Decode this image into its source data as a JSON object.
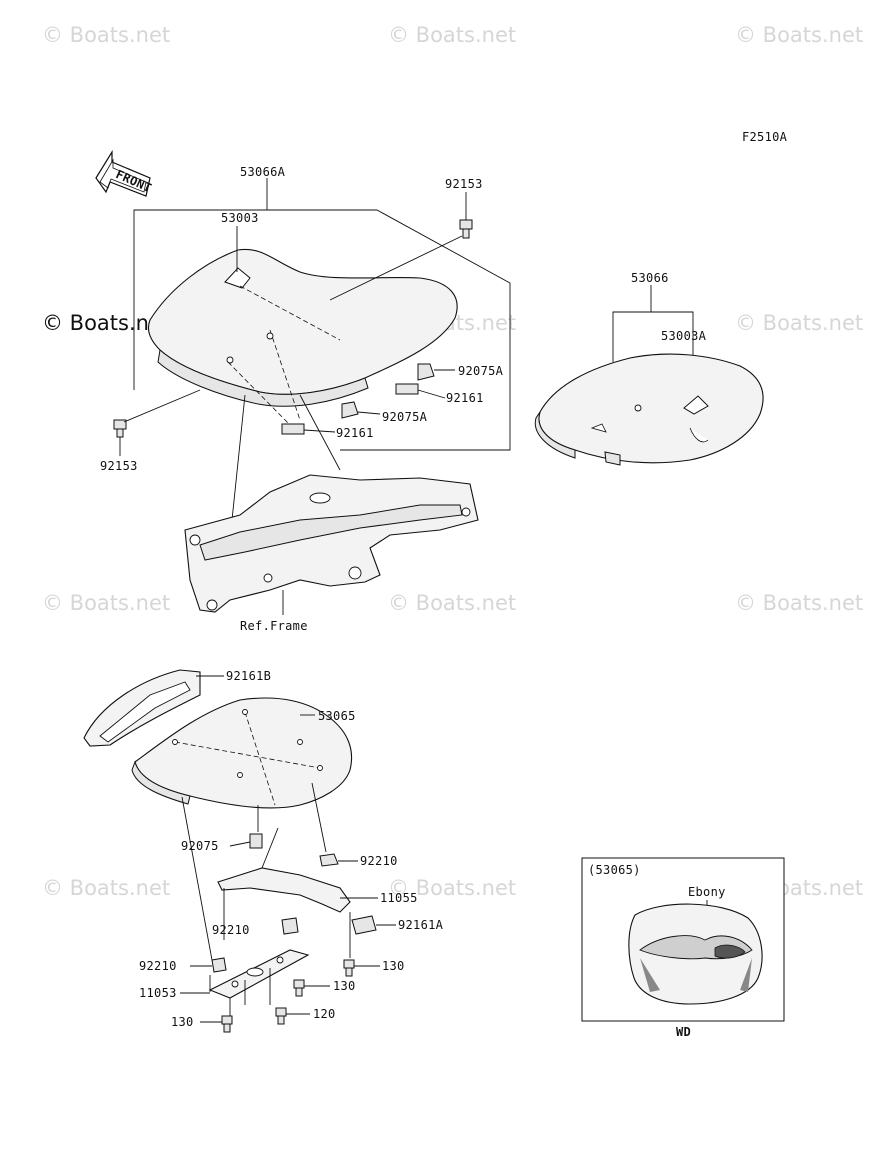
{
  "figure_code": "F2510A",
  "front_arrow_label": "FRONT",
  "watermarks": [
    "© Boats.net",
    "© Boats.net",
    "© Boats.net",
    "© Boats.net",
    "© Boats.net",
    "© Boats.net",
    "© Boats.net",
    "© Boats.net",
    "© Boats.net",
    "© Boats.net",
    "© Boats.net",
    "© Boats.net"
  ],
  "callouts": {
    "p53066A": "53066A",
    "p53003": "53003",
    "p92153_top": "92153",
    "p92153_bottom": "92153",
    "p92075A_1": "92075A",
    "p92075A_2": "92075A",
    "p92161_1": "92161",
    "p92161_2": "92161",
    "p53066": "53066",
    "p53003A": "53003A",
    "ref_frame": "Ref.Frame",
    "p92161B": "92161B",
    "p53065": "53065",
    "p92075": "92075",
    "p92210_1": "92210",
    "p11055": "11055",
    "p92161A": "92161A",
    "p92210_2": "92210",
    "p130_1": "130",
    "p92210_3": "92210",
    "p130_2": "130",
    "p11053": "11053",
    "p130_3": "130",
    "p120": "120"
  },
  "inset": {
    "title": "(53065)",
    "ebony_label": "Ebony",
    "caption": "WD"
  }
}
